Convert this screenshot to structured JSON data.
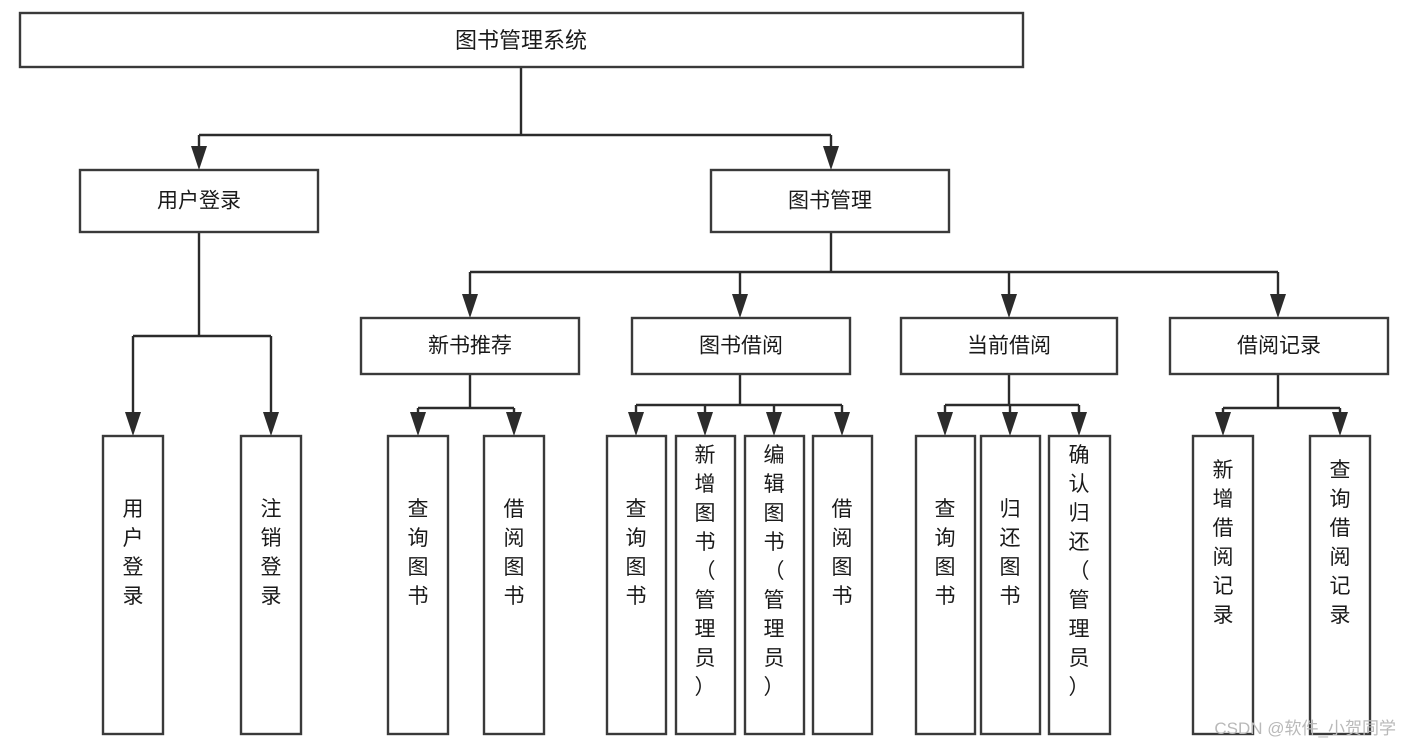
{
  "diagram": {
    "type": "hierarchy-tree",
    "title": "图书管理系统",
    "orientation": "top-down",
    "levels": 4,
    "root": {
      "id": "root",
      "label": "图书管理系统"
    },
    "level2": [
      {
        "id": "user-login",
        "label": "用户登录"
      },
      {
        "id": "book-manage",
        "label": "图书管理"
      }
    ],
    "level3": [
      {
        "id": "new-book-recommend",
        "label": "新书推荐",
        "parent": "book-manage"
      },
      {
        "id": "book-borrow",
        "label": "图书借阅",
        "parent": "book-manage"
      },
      {
        "id": "current-borrow",
        "label": "当前借阅",
        "parent": "book-manage"
      },
      {
        "id": "borrow-record",
        "label": "借阅记录",
        "parent": "book-manage"
      }
    ],
    "leaves": {
      "user-login": [
        {
          "id": "leaf-user-login",
          "label": "用户登录"
        },
        {
          "id": "leaf-user-logout",
          "label": "注销登录"
        }
      ],
      "new-book-recommend": [
        {
          "id": "leaf-query-book-1",
          "label": "查询图书"
        },
        {
          "id": "leaf-borrow-book-1",
          "label": "借阅图书"
        }
      ],
      "book-borrow": [
        {
          "id": "leaf-query-book-2",
          "label": "查询图书"
        },
        {
          "id": "leaf-add-book",
          "label": "新增图书（管理员）"
        },
        {
          "id": "leaf-edit-book",
          "label": "编辑图书（管理员）"
        },
        {
          "id": "leaf-borrow-book-2",
          "label": "借阅图书"
        }
      ],
      "current-borrow": [
        {
          "id": "leaf-query-book-3",
          "label": "查询图书"
        },
        {
          "id": "leaf-return-book",
          "label": "归还图书"
        },
        {
          "id": "leaf-confirm-return",
          "label": "确认归还（管理员）"
        }
      ],
      "borrow-record": [
        {
          "id": "leaf-add-record",
          "label": "新增借阅记录"
        },
        {
          "id": "leaf-query-record",
          "label": "查询借阅记录"
        }
      ]
    }
  },
  "watermark": {
    "text": "CSDN @软件_小贺同学"
  },
  "colors": {
    "box_fill": "#ffffff",
    "box_stroke": "#3a3a3a",
    "connector": "#2b2b2b",
    "text": "#1a1a1a",
    "watermark": "#b9b9b9",
    "background": "#ffffff"
  }
}
